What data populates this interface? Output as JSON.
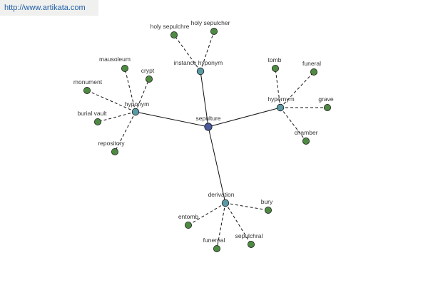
{
  "banner": {
    "url": "http://www.artikata.com"
  },
  "colors": {
    "center": "#4a5a9c",
    "category": "#5b9aa4",
    "leaf": "#4e8a42"
  },
  "graph": {
    "center": {
      "id": "sepulture",
      "label": "sepulture"
    },
    "categories": [
      {
        "id": "hyponym",
        "label": "hyponym",
        "leaves": [
          "mausoleum",
          "crypt",
          "monument",
          "burial vault",
          "repository"
        ]
      },
      {
        "id": "instance-hyponym",
        "label": "instance hyponym",
        "leaves": [
          "holy sepulchre",
          "holy sepulcher"
        ]
      },
      {
        "id": "hypernym",
        "label": "hypernym",
        "leaves": [
          "tomb",
          "funeral",
          "grave",
          "chamber"
        ]
      },
      {
        "id": "derivation",
        "label": "derivation",
        "leaves": [
          "bury",
          "entomb",
          "funereal",
          "sepulchral"
        ]
      }
    ]
  }
}
